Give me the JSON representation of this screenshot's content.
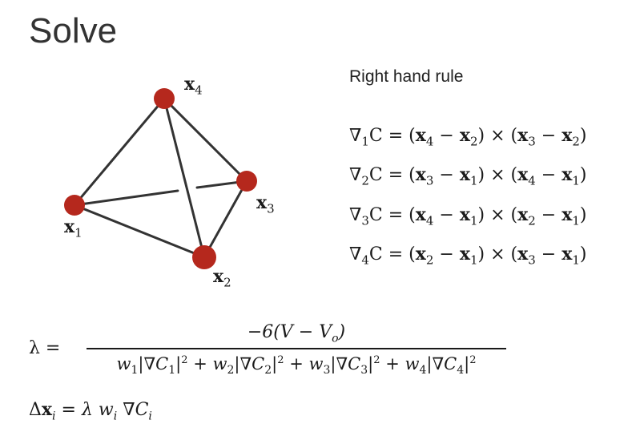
{
  "slide": {
    "title": "Solve",
    "subtitle": "Right hand rule"
  },
  "colors": {
    "vertex": "#b5281d",
    "edge": "#333333"
  },
  "diagram": {
    "vertices": [
      {
        "id": "x1",
        "base": "x",
        "sub": "1"
      },
      {
        "id": "x2",
        "base": "x",
        "sub": "2"
      },
      {
        "id": "x3",
        "base": "x",
        "sub": "3"
      },
      {
        "id": "x4",
        "base": "x",
        "sub": "4"
      }
    ]
  },
  "equations": {
    "grad1": {
      "lhs_sub": "1",
      "a": "4",
      "b": "2",
      "c": "3",
      "d": "2"
    },
    "grad2": {
      "lhs_sub": "2",
      "a": "3",
      "b": "1",
      "c": "4",
      "d": "1"
    },
    "grad3": {
      "lhs_sub": "3",
      "a": "4",
      "b": "1",
      "c": "2",
      "d": "1"
    },
    "grad4": {
      "lhs_sub": "4",
      "a": "2",
      "b": "1",
      "c": "3",
      "d": "1"
    }
  },
  "lambda": {
    "lhs": "λ =",
    "numerator": "−6(V −  V",
    "numerator_sub": "o",
    "numerator_close": ")"
  },
  "delta": {
    "text": "λ w"
  }
}
